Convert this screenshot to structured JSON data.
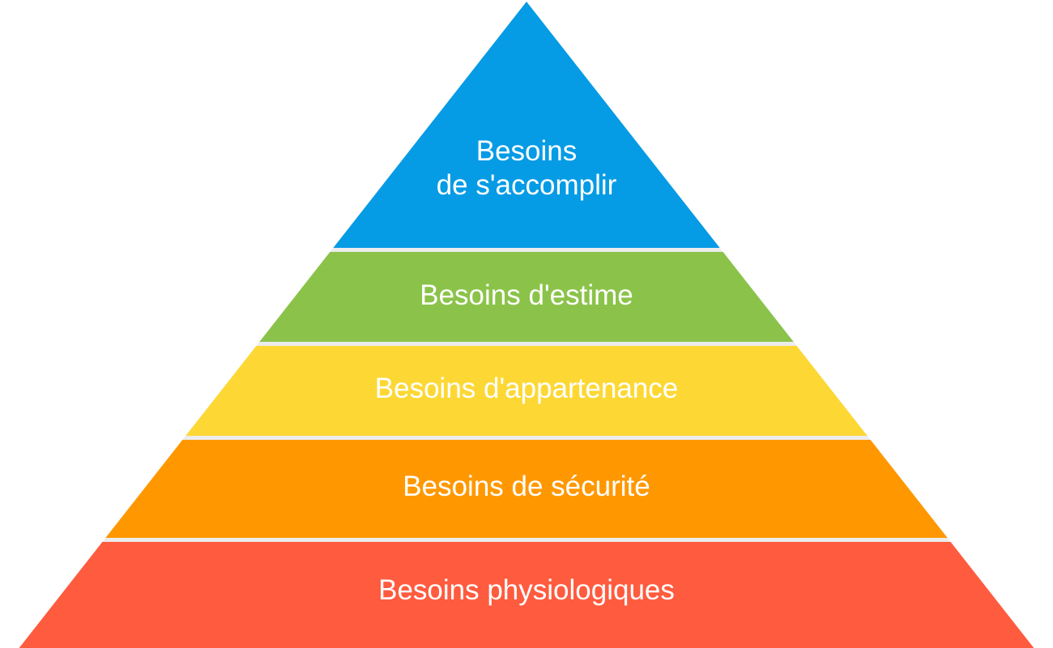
{
  "title": "Pyramide des besoins",
  "tiers": [
    {
      "line1": "Besoins",
      "line2": "de s'accomplir",
      "color": "#069be5"
    },
    {
      "label": "Besoins d'estime",
      "color": "#8bc34a"
    },
    {
      "label": "Besoins d'appartenance",
      "color": "#fdd835"
    },
    {
      "label": "Besoins de sécurité",
      "color": "#ff9800"
    },
    {
      "label": "Besoins physiologiques",
      "color": "#ff5b3f"
    }
  ],
  "separator_color": "#ececec"
}
